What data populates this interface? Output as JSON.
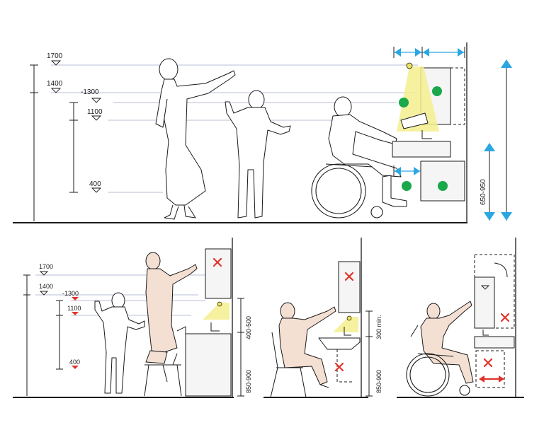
{
  "top_panel": {
    "levels": {
      "h1700": "1700",
      "h1400": "1400",
      "h1300": "-1300",
      "h1100": "1100",
      "h400": "400"
    },
    "range_label": "650-950"
  },
  "bottom_left": {
    "levels": {
      "h1700": "1700",
      "h1400": "1400",
      "h1300": "-1300",
      "h1100": "1100",
      "h400": "400"
    }
  },
  "bottom_middle": {
    "dim_upper": "400-500",
    "dim_lower": "850-900"
  },
  "bottom_right": {
    "dim_upper": "300 min.",
    "dim_lower": "850-900"
  },
  "colors": {
    "ok_marker": "#1aa84a",
    "not_ok_marker": "#e0342b",
    "dimension_arrow": "#2aa6e3",
    "light_cone": "#f3ee8e",
    "figure_highlight": "#f4dfd3"
  }
}
